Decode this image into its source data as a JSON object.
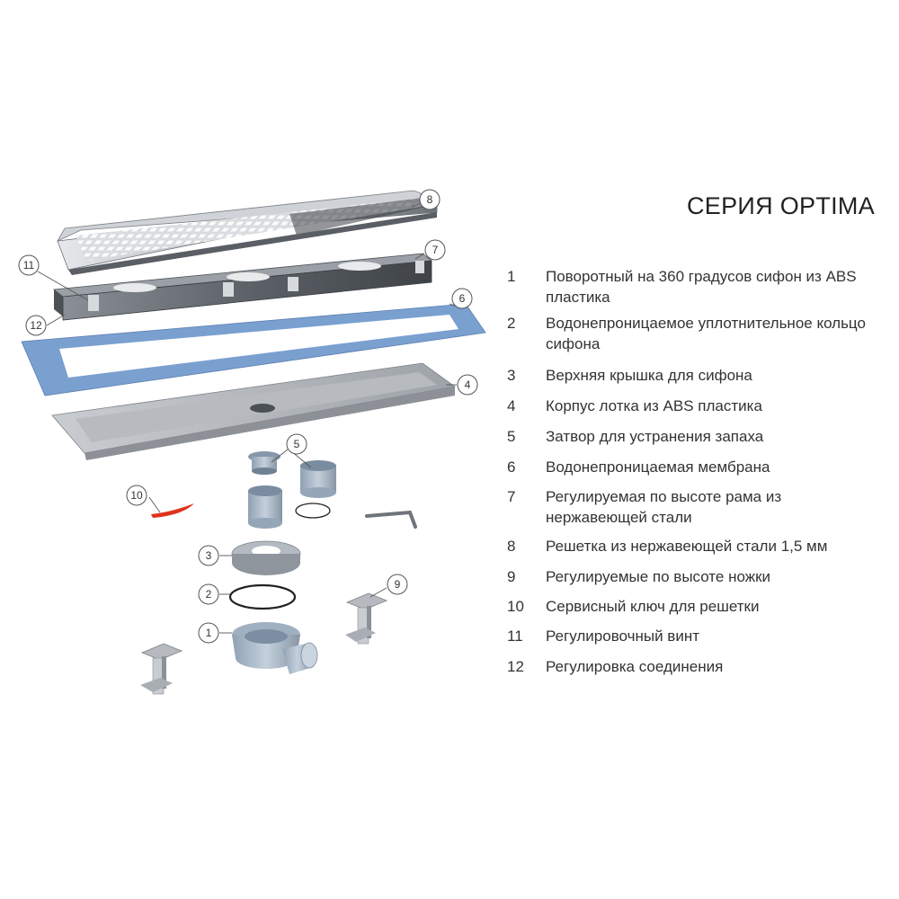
{
  "title": "СЕРИЯ OPTIMA",
  "legend": [
    {
      "num": "1",
      "text": "Поворотный на 360 градусов сифон из ABS пластика"
    },
    {
      "num": "2",
      "text": "Водонепроницаемое уплотнительное кольцо сифона"
    },
    {
      "num": "3",
      "text": "Верхняя крышка для сифона"
    },
    {
      "num": "4",
      "text": "Корпус лотка из ABS пластика"
    },
    {
      "num": "5",
      "text": "Затвор для устранения запаха"
    },
    {
      "num": "6",
      "text": "Водонепроницаемая мембрана"
    },
    {
      "num": "7",
      "text": "Регулируемая по высоте рама из нержавеющей стали"
    },
    {
      "num": "8",
      "text": "Решетка из нержавеющей стали 1,5 мм"
    },
    {
      "num": "9",
      "text": "Регулируемые по высоте ножки"
    },
    {
      "num": "10",
      "text": "Сервисный ключ для решетки"
    },
    {
      "num": "11",
      "text": "Регулировочный винт"
    },
    {
      "num": "12",
      "text": "Регулировка соединения"
    }
  ],
  "callouts": [
    "1",
    "2",
    "3",
    "4",
    "5",
    "6",
    "7",
    "8",
    "9",
    "10",
    "11",
    "12"
  ],
  "colors": {
    "text": "#333333",
    "steel": "#b8bcc2",
    "membrane": "#6f95c9",
    "siphon": "#a9b8c6",
    "key": "#e0321e"
  }
}
